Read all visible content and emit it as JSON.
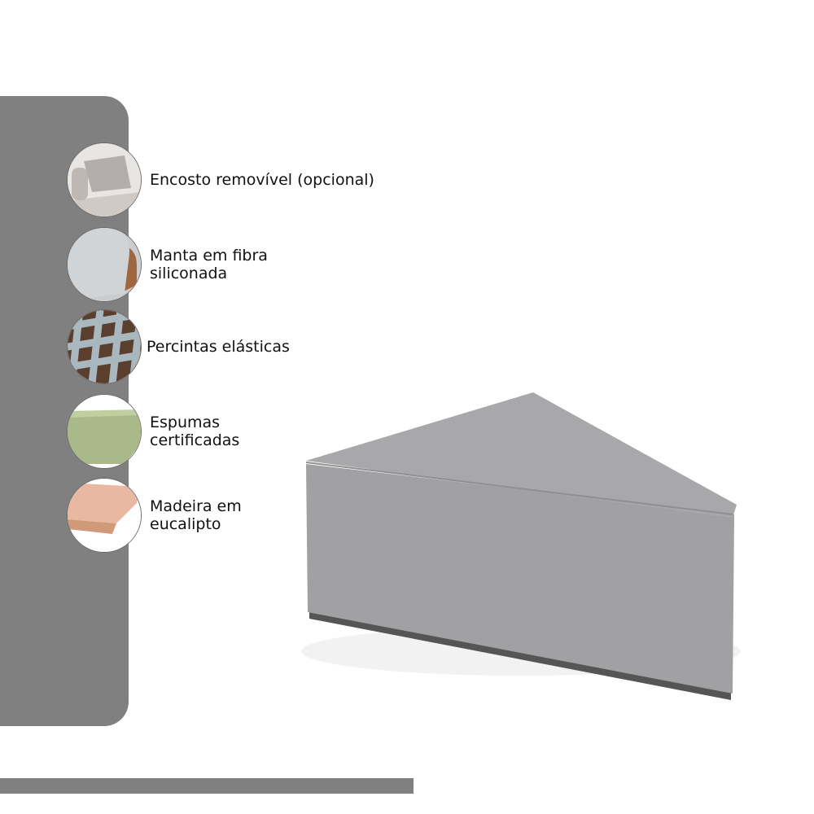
{
  "features": [
    {
      "icon": "removable-backrest-icon",
      "label": "Encosto removível (opcional)"
    },
    {
      "icon": "silicone-fiber-blanket-icon",
      "label": "Manta em fibra\nsiliconada"
    },
    {
      "icon": "elastic-straps-icon",
      "label": "Percintas elásticas"
    },
    {
      "icon": "certified-foam-icon",
      "label": "Espumas\ncertificadas"
    },
    {
      "icon": "eucalyptus-wood-icon",
      "label": "Madeira em\neucalipto"
    }
  ],
  "colors": {
    "panel": "#808080",
    "product": "#a3a3a5"
  }
}
